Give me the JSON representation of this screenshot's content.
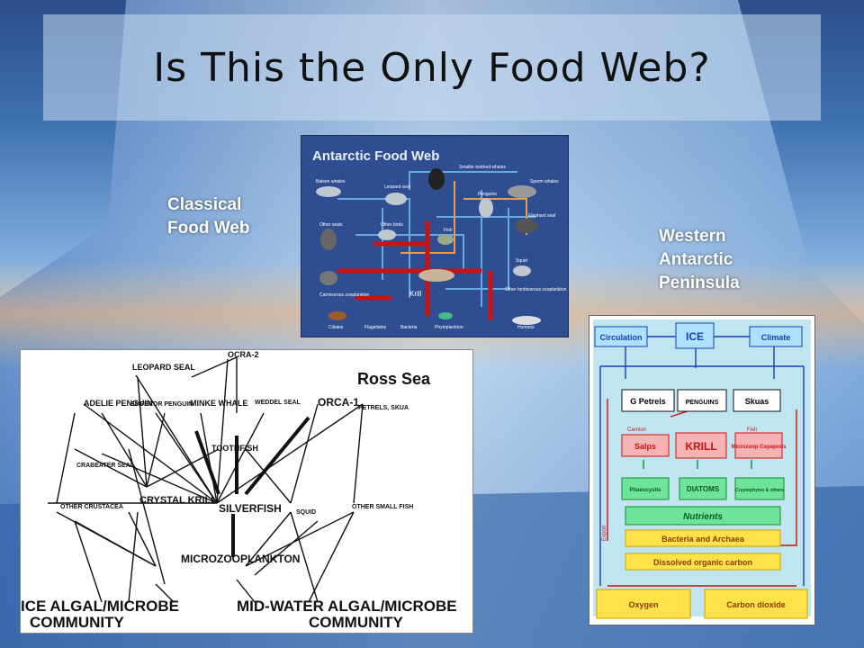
{
  "slide": {
    "title": "Is This the Only Food Web?",
    "captions": {
      "classical": [
        "Classical",
        "Food Web"
      ],
      "western": [
        "Western",
        "Antarctic",
        "Peninsula"
      ],
      "ross": "Ross Sea"
    }
  },
  "antarctic_web": {
    "title": "Antarctic Food Web",
    "labels": [
      "Baleen whales",
      "Leopard seal",
      "Smaller toothed whales",
      "Sperm whales",
      "Penguins",
      "Elephant seal",
      "Other seals",
      "Other birds",
      "Fish",
      "Squid",
      "Krill",
      "Carnivorous zooplankton",
      "Other herbivorous zooplankton",
      "Ciliates",
      "Flagellates",
      "Bacteria",
      "Phytoplankton",
      "Humans"
    ]
  },
  "ross_web": {
    "nodes": [
      "OCRA-2",
      "LEOPARD SEAL",
      "WEDDEL SEAL",
      "ORCA-1",
      "PETRELS, SKUA",
      "ADELIE PENGUIN",
      "EMPEROR PENGUIN",
      "MINKE WHALE",
      "TOOTHFISH",
      "CRABEATER SEAL",
      "CRYSTAL KRILL",
      "SILVERFISH",
      "SQUID",
      "OTHER CRUSTACEA",
      "OTHER SMALL FISH",
      "MICROZOOPLANKTON"
    ],
    "bottom": [
      "ICE ALGAL/MICROBE",
      "COMMUNITY",
      "MID-WATER ALGAL/MICROBE",
      "COMMUNITY"
    ]
  },
  "wap_web": {
    "top": [
      "Circulation",
      "ICE",
      "Climate"
    ],
    "predators": [
      "G Petrels",
      "PENGUINS",
      "Skuas"
    ],
    "small_labels": [
      "Carnion",
      "Fish"
    ],
    "grazers": [
      "Salps",
      "KRILL",
      "Microzoop Copepods"
    ],
    "producers": [
      "Phaeocystis",
      "DIATOMS",
      "Cryptophytes & others"
    ],
    "nutrients": "Nutrients",
    "bacteria": "Bacteria and Archaea",
    "doc": "Dissolved organic carbon",
    "side": "Export",
    "bottom": [
      "Oxygen",
      "Carbon dioxide"
    ]
  },
  "colors": {
    "title_band": "#cfe0f0",
    "caption": "#ffffff",
    "arrow_red": "#cc1111",
    "wap_bg": "#bfe6f0"
  }
}
